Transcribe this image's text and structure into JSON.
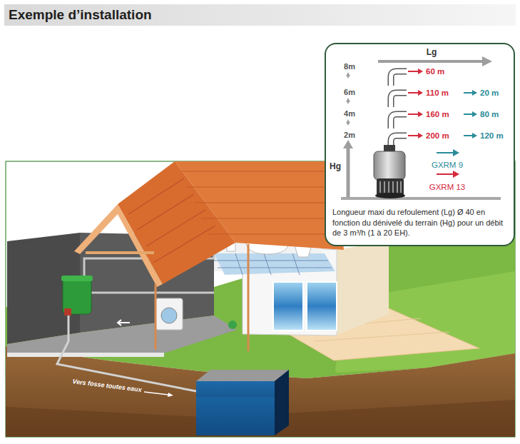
{
  "diagram": {
    "title": "Exemple d’installation",
    "nodes": [
      {
        "text": [
          "Longueur maxi du refoulement (Lg) Ø 40 en fonction du dénivelé du terrain (Hg) pour un débit de 3 m³/h (1 à 20 EH)."
        ]
      }
    ],
    "edges": [],
    "labels": [
      "Lg",
      "8m",
      "6m",
      "4m",
      "2m",
      "Hg",
      "60 m",
      "110 m",
      "20 m",
      "160 m",
      "80 m",
      "200 m",
      "120 m",
      "Vers fosse toutes eaux"
    ],
    "legend": [
      {
        "text": "GXRM 9"
      },
      {
        "text": "GXRM 13"
      }
    ]
  }
}
